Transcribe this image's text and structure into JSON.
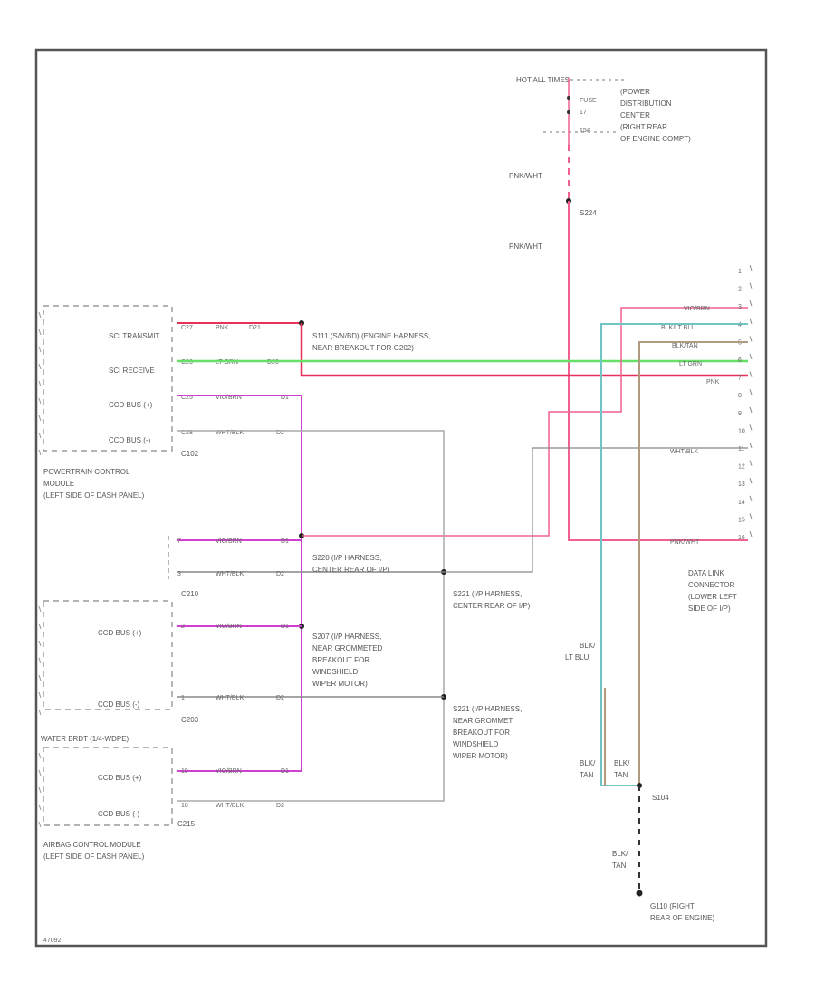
{
  "colors": {
    "pnk_wht": "#f06090",
    "lt_grn": "#66e066",
    "pnk": "#e8305a",
    "vio_brn": "#d040d0",
    "wht_blk": "#b0b0b0",
    "blk_lt_blu": "#70c4c4",
    "blk_tan": "#b09a80",
    "frame": "#555555",
    "module_border": "#888888"
  },
  "power": {
    "hot_label": "HOT ALL TIMES",
    "fuse_label": "FUSE",
    "fuse_number": "17",
    "fuse_amp": "15A",
    "pdc_line1": "(POWER",
    "pdc_line2": "DISTRIBUTION",
    "pdc_line3": "CENTER",
    "pdc_line4": "(RIGHT REAR",
    "pdc_line5": "OF ENGINE COMPT)",
    "wire1": "PNK/WHT",
    "splice": "S224",
    "wire2": "PNK/WHT"
  },
  "pcm": {
    "pin_sci_transmit": "SCI TRANSMIT",
    "pin_sci_receive": "SCI RECEIVE",
    "pin_ccd_pos": "CCD BUS (+)",
    "pin_ccd_neg": "CCD BUS (-)",
    "connector": "C102",
    "name_line1": "POWERTRAIN CONTROL",
    "name_line2": "MODULE",
    "name_line3": "(LEFT SIDE OF DASH PANEL)",
    "row1_pin": "C27",
    "row1_color": "PNK",
    "row1_circuit": "D21",
    "row2_pin": "C26",
    "row2_color": "LT GRN",
    "row2_circuit": "D20",
    "row3_pin": "C25",
    "row3_color": "VIO/BRN",
    "row3_circuit": "D1",
    "row4_pin": "C28",
    "row4_color": "WHT/BLK",
    "row4_circuit": "D2"
  },
  "splices": {
    "s111_line1": "S111 (S/N/BD)  (ENGINE HARNESS,",
    "s111_line2": "NEAR BREAKOUT FOR G202)",
    "s220_line1": "S220 (I/P HARNESS,",
    "s220_line2": "CENTER REAR OF I/P)",
    "s221_line1": "S221 (I/P HARNESS,",
    "s221_line2": "CENTER REAR OF I/P)",
    "s207_line1": "S207 (I/P HARNESS,",
    "s207_line2": "NEAR GROMMETED",
    "s207_line3": "BREAKOUT FOR",
    "s207_line4": "WINDSHIELD",
    "s207_line5": "WIPER MOTOR)",
    "s221b_line1": "S221 (I/P HARNESS,",
    "s221b_line2": "NEAR GROMMET",
    "s221b_line3": "BREAKOUT FOR",
    "s221b_line4": "WINDSHIELD",
    "s221b_line5": "WIPER MOTOR)"
  },
  "c210": {
    "connector": "C210",
    "row1_pin": "7",
    "row1_color": "VIO/BRN",
    "row1_circuit": "D1",
    "row2_pin": "3",
    "row2_color": "WHT/BLK",
    "row2_circuit": "D2"
  },
  "cluster": {
    "pin_ccd_pos": "CCD BUS (+)",
    "pin_ccd_neg": "CCD BUS (-)",
    "connector": "C203",
    "row1_pin": "2",
    "row1_color": "VIO/BRN",
    "row1_circuit": "D1",
    "row2_pin": "1",
    "row2_color": "WHT/BLK",
    "row2_circuit": "D2"
  },
  "airbag": {
    "top_label": "WATER BRDT (1/4-WDPE)",
    "pin_ccd_pos": "CCD BUS (+)",
    "pin_ccd_neg": "CCD BUS (-)",
    "connector": "C215",
    "row1_pin": "19",
    "row1_color": "VIO/BRN",
    "row1_circuit": "D1",
    "row2_pin": "18",
    "row2_color": "WHT/BLK",
    "row2_circuit": "D2",
    "name_line1": "AIRBAG CONTROL MODULE",
    "name_line2": "(LEFT SIDE OF DASH PANEL)"
  },
  "dlc": {
    "pins": [
      "1",
      "2",
      "3",
      "4",
      "5",
      "6",
      "7",
      "8",
      "9",
      "10",
      "11",
      "12",
      "13",
      "14",
      "15",
      "16"
    ],
    "w3": "VIO/BRN",
    "w4": "BLK/LT BLU",
    "w5": "BLK/TAN",
    "w6": "LT GRN",
    "w7": "PNK",
    "w11": "WHT/BLK",
    "w16": "PNK/WHT",
    "name_line1": "DATA LINK",
    "name_line2": "CONNECTOR",
    "name_line3": "(LOWER LEFT",
    "name_line4": "SIDE OF I/P)"
  },
  "ground": {
    "wire_a_line1": "BLK/",
    "wire_a_line2": "LT BLU",
    "wire_b_line1": "BLK/",
    "wire_b_line2": "TAN",
    "wire_c_line1": "BLK/",
    "wire_c_line2": "TAN",
    "splice": "S104",
    "wire_d_line1": "BLK/",
    "wire_d_line2": "TAN",
    "ground_line1": "G110  (RIGHT",
    "ground_line2": "REAR OF ENGINE)"
  },
  "figure_id": "47092"
}
